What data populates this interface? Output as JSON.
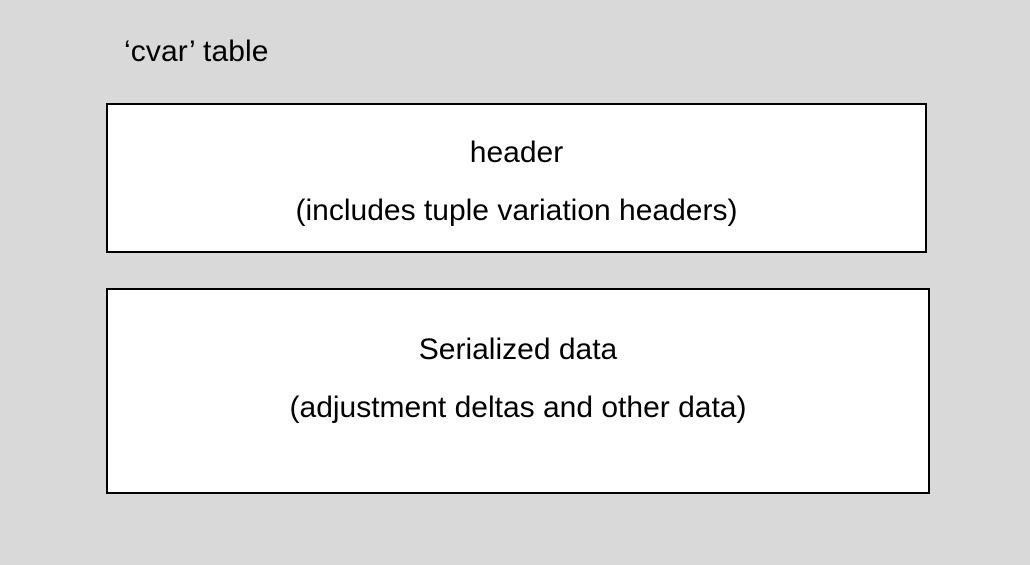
{
  "diagram": {
    "title": "‘cvar’ table",
    "background_color": "#d9d9d9",
    "border_color": "#000000",
    "block_fill_color": "#ffffff",
    "blocks": [
      {
        "name": "header",
        "line1": "header",
        "line2": "(includes tuple variation headers)"
      },
      {
        "name": "serialized-data",
        "line1": "Serialized data",
        "line2": "(adjustment deltas and other data)"
      }
    ]
  }
}
